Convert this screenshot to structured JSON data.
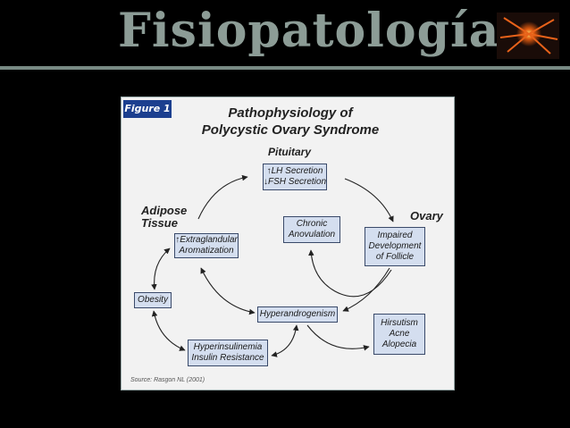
{
  "slide": {
    "title": "Fisiopatología"
  },
  "figure": {
    "badge": "Figure 1",
    "title_line1": "Pathophysiology of",
    "title_line2": "Polycystic Ovary Syndrome",
    "labels": {
      "pituitary": "Pituitary",
      "adipose_line1": "Adipose",
      "adipose_line2": "Tissue",
      "ovary": "Ovary"
    },
    "boxes": {
      "lh_fsh": [
        "↑LH Secretion",
        "↓FSH Secretion"
      ],
      "chronic": [
        "Chronic",
        "Anovulation"
      ],
      "impaired": [
        "Impaired",
        "Development",
        "of Follicle"
      ],
      "extraglandular": [
        "↑Extraglandular",
        "Aromatization"
      ],
      "obesity": [
        "Obesity"
      ],
      "hyperandrogenism": [
        "Hyperandrogenism"
      ],
      "hirsutism": [
        "Hirsutism",
        "Acne",
        "Alopecia"
      ],
      "hyperinsulinemia": [
        "Hyperinsulinemia",
        "Insulin Resistance"
      ]
    },
    "source": "Source: Rasgon NL (2001)"
  }
}
